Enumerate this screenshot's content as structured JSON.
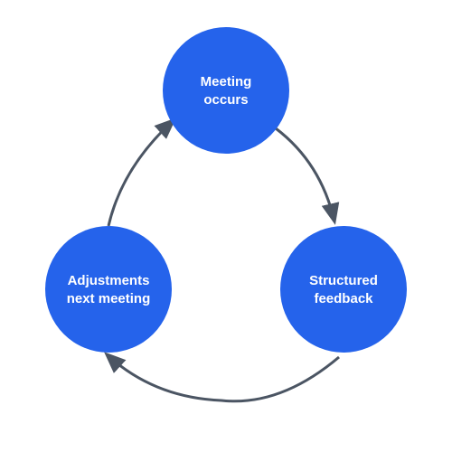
{
  "colors": {
    "node_fill": "#2563EB",
    "arrow": "#4B5563",
    "node_text": "#FFFFFF"
  },
  "nodes": [
    {
      "id": "meeting",
      "line1": "Meeting",
      "line2": "occurs"
    },
    {
      "id": "feedback",
      "line1": "Structured",
      "line2": "feedback"
    },
    {
      "id": "adjustments",
      "line1": "Adjustments",
      "line2": "next meeting"
    }
  ],
  "edges": [
    {
      "from": "meeting",
      "to": "feedback"
    },
    {
      "from": "feedback",
      "to": "adjustments"
    },
    {
      "from": "adjustments",
      "to": "meeting"
    }
  ]
}
